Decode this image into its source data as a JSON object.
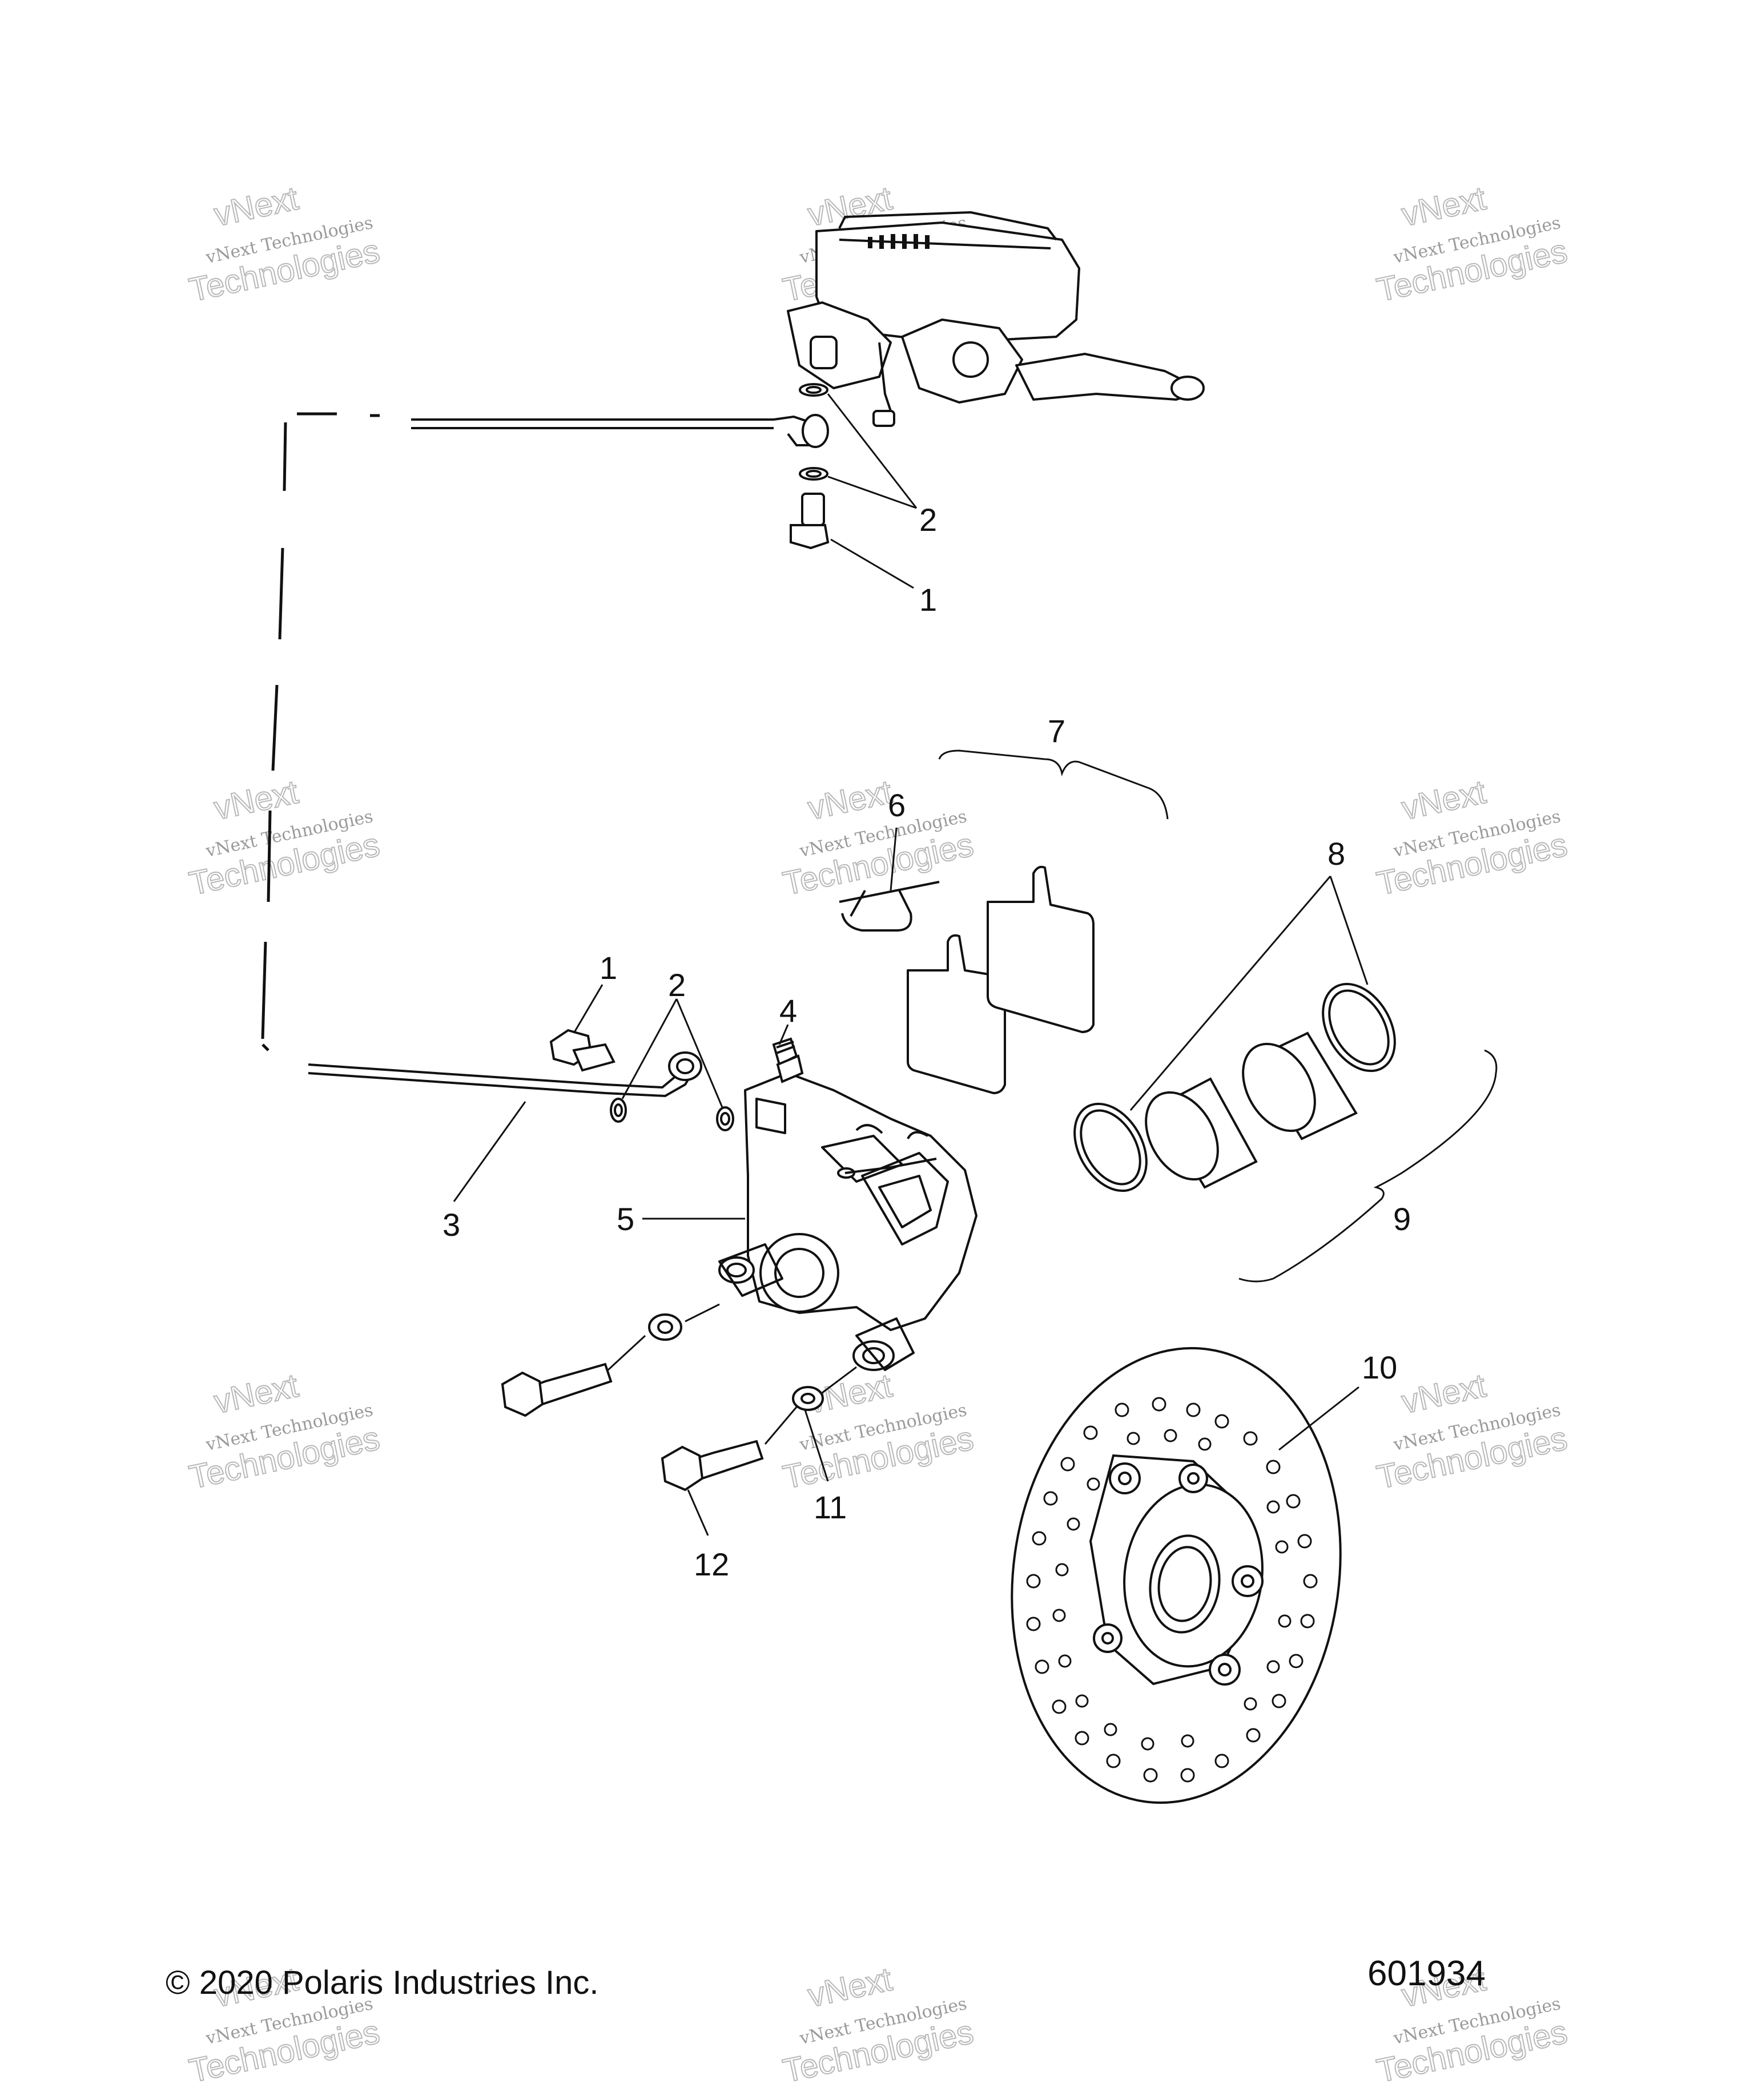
{
  "diagram": {
    "callouts": [
      {
        "id": "c1a",
        "label": "1"
      },
      {
        "id": "c2a",
        "label": "2"
      },
      {
        "id": "c7",
        "label": "7"
      },
      {
        "id": "c6",
        "label": "6"
      },
      {
        "id": "c8",
        "label": "8"
      },
      {
        "id": "c1b",
        "label": "1"
      },
      {
        "id": "c2b",
        "label": "2"
      },
      {
        "id": "c4",
        "label": "4"
      },
      {
        "id": "c3",
        "label": "3"
      },
      {
        "id": "c5",
        "label": "5"
      },
      {
        "id": "c9",
        "label": "9"
      },
      {
        "id": "c10",
        "label": "10"
      },
      {
        "id": "c11",
        "label": "11"
      },
      {
        "id": "c12",
        "label": "12"
      }
    ]
  },
  "watermark": {
    "line1": "vNext Technologies",
    "line2": "vNext",
    "line3": "Technologies"
  },
  "footer": {
    "copyright": "© 2020 Polaris Industries Inc.",
    "part_number": "601934"
  }
}
